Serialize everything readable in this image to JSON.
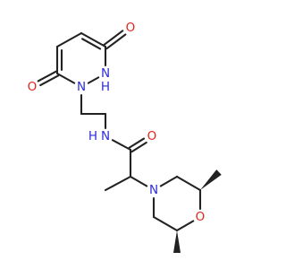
{
  "colors": {
    "carbon": "#222222",
    "nitrogen": "#2c2cd8",
    "oxygen": "#e0261c",
    "background": "#ffffff"
  },
  "molecule": {
    "atoms": [
      {
        "id": "o_top",
        "label": "O",
        "element": "O"
      },
      {
        "id": "n_ring_h",
        "label": "N",
        "element": "N"
      },
      {
        "id": "h_ring",
        "label": "H",
        "element": "N"
      },
      {
        "id": "o_left",
        "label": "O",
        "element": "O"
      },
      {
        "id": "n_ring_sub",
        "label": "N",
        "element": "N"
      },
      {
        "id": "n_amide",
        "label": "N",
        "element": "N"
      },
      {
        "id": "h_amide",
        "label": "H",
        "element": "N"
      },
      {
        "id": "o_amide",
        "label": "O",
        "element": "O"
      },
      {
        "id": "n_morph",
        "label": "N",
        "element": "N"
      },
      {
        "id": "o_morph",
        "label": "O",
        "element": "O"
      }
    ]
  }
}
